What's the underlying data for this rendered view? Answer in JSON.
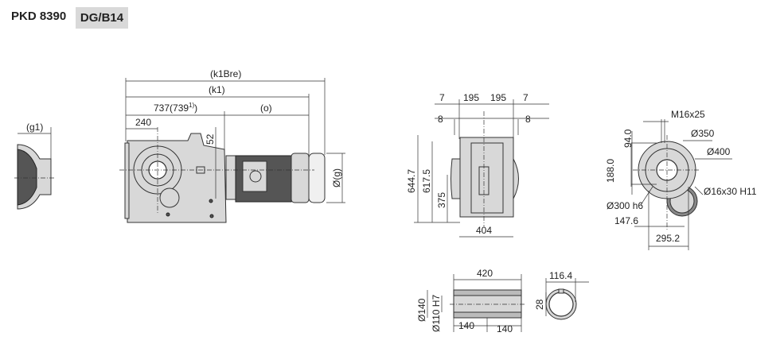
{
  "header": {
    "model": "PKD 8390",
    "variant": "DG/B14"
  },
  "side_view": {
    "g1": "(g1)"
  },
  "front_view": {
    "k1bre": "(k1Bre)",
    "k1": "(k1)",
    "len737": "737(739",
    "footnote": "1)",
    "paren_close": ")",
    "o": "(o)",
    "d240": "240",
    "d52": "52",
    "g": "Ø(g)"
  },
  "end_view": {
    "d7a": "7",
    "d195a": "195",
    "d195b": "195",
    "d7b": "7",
    "d8a": "8",
    "d8b": "8",
    "h644": "644.7",
    "h617": "617.5",
    "h375": "375",
    "w404": "404"
  },
  "flange_view": {
    "m16": "M16x25",
    "d350": "Ø350",
    "d400": "Ø400",
    "h94": "94.0",
    "h188": "188.0",
    "d16": "Ø16x30 H11",
    "d300": "Ø300 h6",
    "w147": "147.6",
    "w295": "295.2"
  },
  "shaft_view": {
    "l420": "420",
    "d140": "Ø140",
    "d110": "Ø110 H7",
    "l140a": "140",
    "l140b": "140",
    "w1164": "116.4",
    "k28": "28"
  }
}
